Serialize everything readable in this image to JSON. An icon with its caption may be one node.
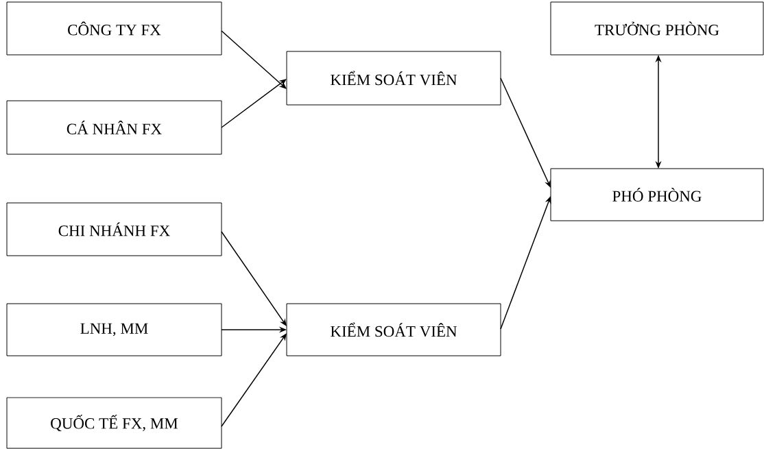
{
  "diagram": {
    "nodes": [
      {
        "text": [
          "CÔNG TY FX"
        ]
      },
      {
        "text": [
          "CÁ NHÂN FX"
        ]
      },
      {
        "text": [
          "CHI NHÁNH FX"
        ]
      },
      {
        "text": [
          "LNH, MM"
        ]
      },
      {
        "text": [
          "QUỐC TẾ FX, MM"
        ]
      },
      {
        "text": [
          "KIỂM SOÁT VIÊN"
        ]
      },
      {
        "text": [
          "KIỂM SOÁT VIÊN"
        ]
      },
      {
        "text": [
          "TRƯỞNG PHÒNG"
        ]
      },
      {
        "text": [
          "PHÓ PHÒNG"
        ]
      }
    ],
    "edges": [
      {
        "from": 0,
        "to": 5,
        "arrow": "to"
      },
      {
        "from": 1,
        "to": 5,
        "arrow": "to"
      },
      {
        "from": 2,
        "to": 6,
        "arrow": "to"
      },
      {
        "from": 3,
        "to": 6,
        "arrow": "to"
      },
      {
        "from": 4,
        "to": 6,
        "arrow": "to"
      },
      {
        "from": 5,
        "to": 8,
        "arrow": "to"
      },
      {
        "from": 6,
        "to": 8,
        "arrow": "to"
      },
      {
        "from": 7,
        "to": 8,
        "arrow": "both"
      }
    ]
  }
}
